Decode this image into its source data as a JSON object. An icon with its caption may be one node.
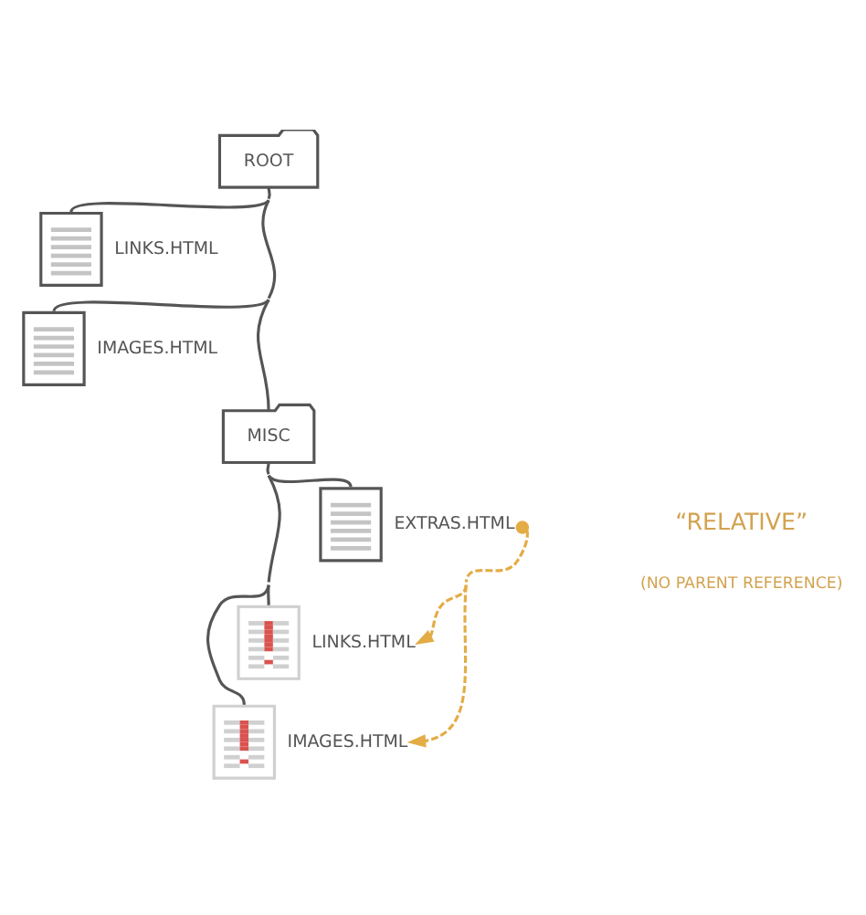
{
  "diagram": {
    "nodes": [
      {
        "text": [
          "ROOT"
        ]
      },
      {
        "text": [],
        "shape": "document",
        "beside": [
          "LINKS.HTML"
        ]
      },
      {
        "text": [],
        "shape": "document",
        "beside": [
          "IMAGES.HTML"
        ]
      },
      {
        "text": [
          "MISC"
        ]
      },
      {
        "text": [],
        "shape": "document",
        "beside": [
          "EXTRAS.HTML"
        ]
      },
      {
        "text": [],
        "shape": "document",
        "beside": [
          "LINKS.HTML"
        ]
      },
      {
        "text": [],
        "shape": "document",
        "beside": [
          "IMAGES.HTML"
        ]
      }
    ],
    "edges": [
      {
        "from": 0,
        "to": 1,
        "arrow": "none"
      },
      {
        "from": 0,
        "to": 2,
        "arrow": "none"
      },
      {
        "from": 0,
        "to": 3,
        "arrow": "none"
      },
      {
        "from": 3,
        "to": 4,
        "arrow": "none"
      },
      {
        "from": 3,
        "to": 5,
        "arrow": "none"
      },
      {
        "from": 3,
        "to": 6,
        "arrow": "none"
      },
      {
        "from": 4,
        "to": 5,
        "arrow": "to",
        "style": "dashed",
        "color": "#e3ac45"
      },
      {
        "from": 4,
        "to": 6,
        "arrow": "to",
        "style": "dashed",
        "color": "#e3ac45"
      }
    ],
    "labels": [
      "“RELATIVE”",
      "(NO PARENT REFERENCE)"
    ]
  }
}
